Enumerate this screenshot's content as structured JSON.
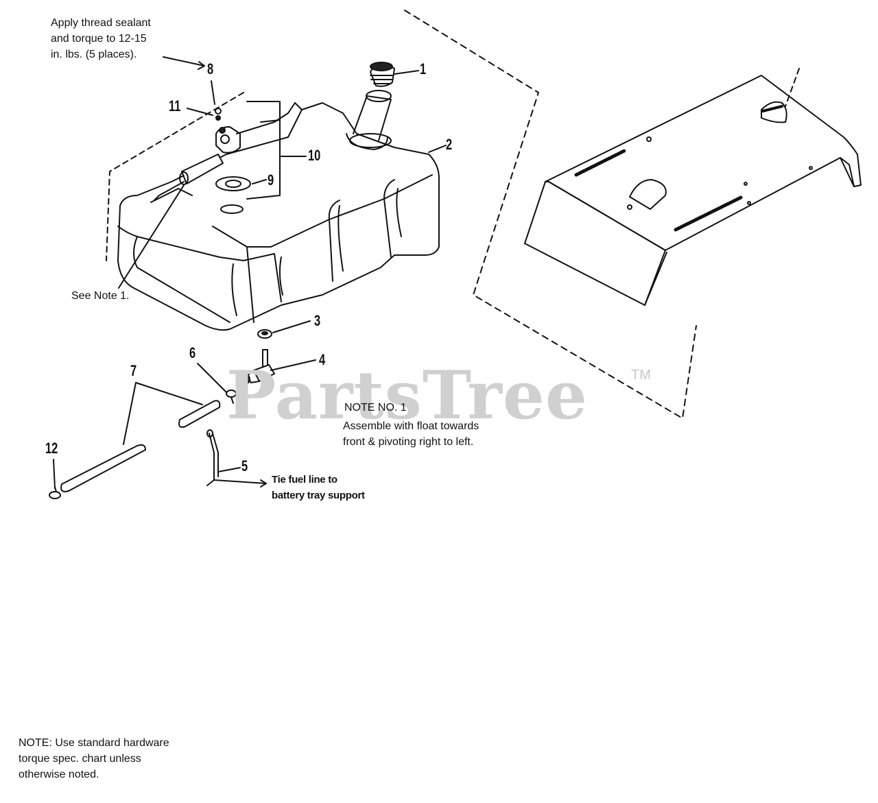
{
  "notes": {
    "apply": "Apply thread sealant\nand torque to 12-15\nin. lbs. (5 places).",
    "see_note": "See Note 1.",
    "note1_title": "NOTE NO. 1",
    "note1_body": "Assemble with float towards\nfront & pivoting right to left.",
    "tie": "Tie fuel line to\nbattery tray support",
    "bottom": "NOTE: Use standard hardware\ntorque spec. chart unless\notherwise noted."
  },
  "callouts": [
    "1",
    "2",
    "3",
    "4",
    "5",
    "6",
    "7",
    "8",
    "9",
    "10",
    "11",
    "12"
  ],
  "watermark": {
    "text": "PartsTree",
    "tm": "TM"
  }
}
